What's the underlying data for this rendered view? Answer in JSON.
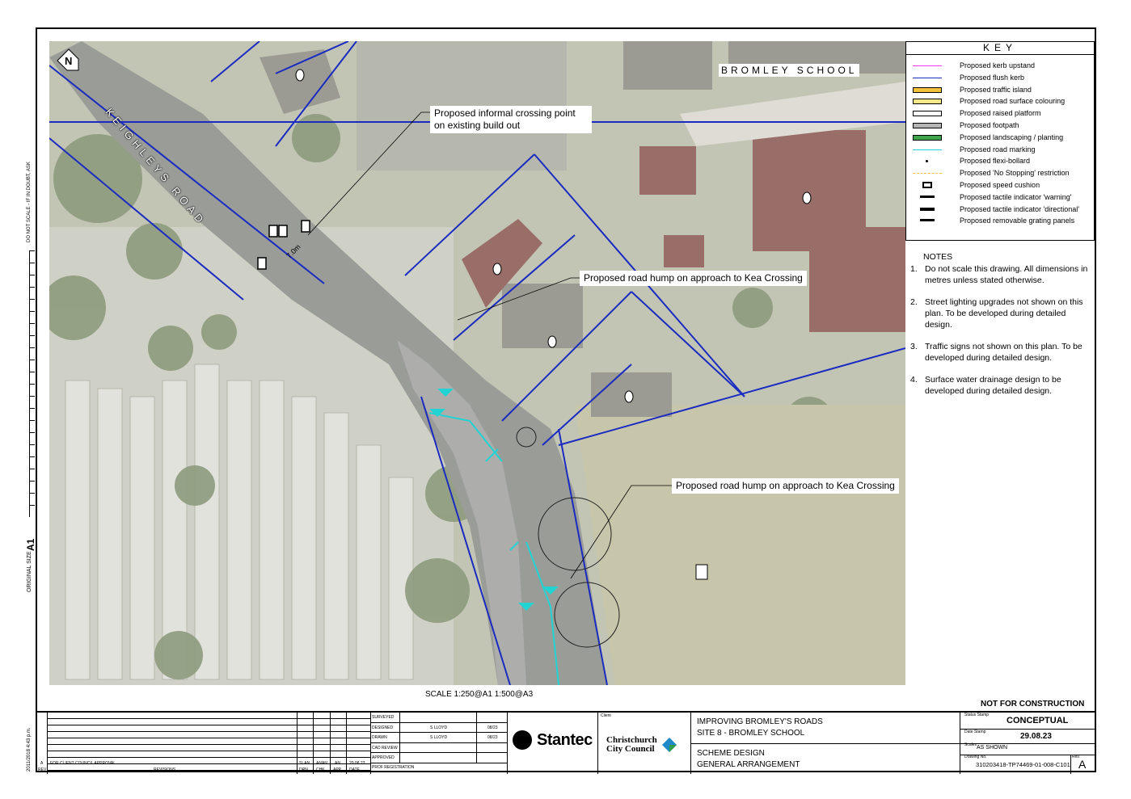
{
  "map": {
    "road_name": "KEIGHLEYS ROAD",
    "school_name": "BROMLEY SCHOOL",
    "north_label": "N",
    "dimension_label": "7.0m",
    "callouts": [
      "Proposed informal crossing point on existing build out",
      "Proposed road hump on approach to Kea Crossing",
      "Proposed road hump on approach to Kea Crossing"
    ]
  },
  "key": {
    "title": "KEY",
    "items": [
      {
        "label": "Proposed kerb upstand",
        "color": "#ff33ff"
      },
      {
        "label": "Proposed flush kerb",
        "color": "#1a2bc0"
      },
      {
        "label": "Proposed traffic island",
        "color": "#f2c23a"
      },
      {
        "label": "Proposed road surface colouring",
        "color": "#f4e88a"
      },
      {
        "label": "Proposed raised platform",
        "color": "#ffffff"
      },
      {
        "label": "Proposed footpath",
        "color": "#b5b5b5"
      },
      {
        "label": "Proposed landscaping / planting",
        "color": "#3fa34d"
      },
      {
        "label": "Proposed road marking",
        "color": "#22d3d3"
      },
      {
        "label": "Proposed flexi-bollard",
        "color": "#000000"
      },
      {
        "label": "Proposed 'No Stopping' restriction",
        "color": "#f2c23a"
      },
      {
        "label": "Proposed speed cushion",
        "color": "#000000"
      },
      {
        "label": "Proposed tactile indicator 'warning'",
        "color": "#000000"
      },
      {
        "label": "Proposed tactile indicator 'directional'",
        "color": "#000000"
      },
      {
        "label": "Proposed removable grating panels",
        "color": "#000000"
      }
    ]
  },
  "notes": {
    "heading": "NOTES",
    "items": [
      "Do not scale this drawing.  All dimensions in metres unless stated otherwise.",
      "Street lighting upgrades not shown on this plan.  To be developed during detailed design.",
      "Traffic signs not shown on this plan.  To be developed during detailed design.",
      "Surface water drainage design to be developed during detailed design."
    ]
  },
  "scale_text": "SCALE 1:250@A1 1:500@A3",
  "not_for_construction": "NOT FOR CONSTRUCTION",
  "side": {
    "original_size_label": "ORIGINAL SIZE",
    "original_size": "A1",
    "do_not_scale": "DO NOT SCALE - IF IN DOUBT, ASK",
    "timestamp": "2011/2018 4:43 p.m."
  },
  "title_block": {
    "revision": {
      "rev": "A",
      "description": "FOR CLIENT COUNCIL APPROVAL",
      "by": "SLAN",
      "chk": "ANAN",
      "app": "AN",
      "date": "29.08.23"
    },
    "rev_headers": [
      "REV",
      "REVISIONS",
      "DRN",
      "CHK",
      "APP",
      "DATE"
    ],
    "signoffs": [
      {
        "role": "SURVEYED",
        "name": "",
        "date": ""
      },
      {
        "role": "DESIGNED",
        "name": "S LLOYD",
        "date": "08/23"
      },
      {
        "role": "DRAWN",
        "name": "S LLOYD",
        "date": "08/23"
      },
      {
        "role": "CAD REVIEW",
        "name": "",
        "date": ""
      },
      {
        "role": "APPROVED",
        "name": "",
        "date": ""
      },
      {
        "role": "PROF REGISTRATION",
        "name": "",
        "date": ""
      }
    ],
    "consultant": "Stantec",
    "client_label": "Client",
    "client_line1": "Christchurch",
    "client_line2": "City Council",
    "project_line1": "IMPROVING BROMLEY'S ROADS",
    "project_line2": "SITE 8 - BROMLEY SCHOOL",
    "title_line1": "SCHEME DESIGN",
    "title_line2": "GENERAL ARRANGEMENT",
    "status_label": "Status Stamp",
    "status": "CONCEPTUAL",
    "date_label": "Date Stamp",
    "date": "29.08.23",
    "scale_label": "Scales",
    "scale": "AS SHOWN",
    "drawing_no_label": "Drawing No.",
    "drawing_no": "310203418-TP74469-01-008-C101",
    "rev_label": "Rev.",
    "rev_value": "A"
  }
}
